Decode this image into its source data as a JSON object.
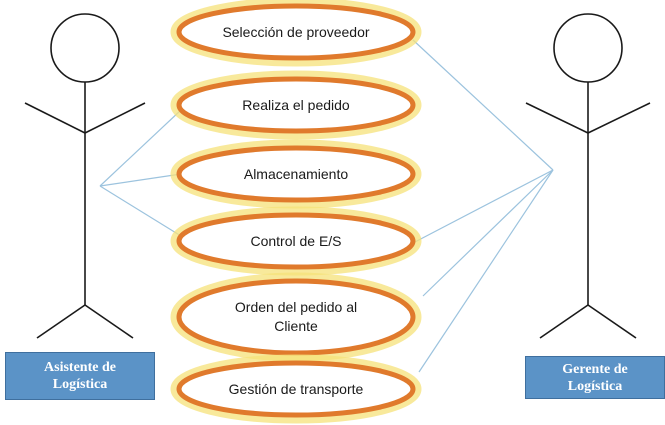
{
  "actors": [
    {
      "id": "left",
      "label_lines": [
        "Asistente de",
        "Logística"
      ]
    },
    {
      "id": "right",
      "label_lines": [
        "Gerente de",
        "Logística"
      ]
    }
  ],
  "use_cases": [
    {
      "label_lines": [
        "Selección de proveedor"
      ]
    },
    {
      "label_lines": [
        "Realiza el pedido"
      ]
    },
    {
      "label_lines": [
        "Almacenamiento"
      ]
    },
    {
      "label_lines": [
        "Control de E/S"
      ]
    },
    {
      "label_lines": [
        "Orden del pedido al",
        "Cliente"
      ]
    },
    {
      "label_lines": [
        "Gestión de transporte"
      ]
    }
  ],
  "colors": {
    "ellipse_stroke": "#e07a2c",
    "ellipse_glow": "#f6e27a",
    "connector": "#9cc3de",
    "actor_box": "#5b93c7",
    "stick_figure": "#1a1a1a"
  }
}
